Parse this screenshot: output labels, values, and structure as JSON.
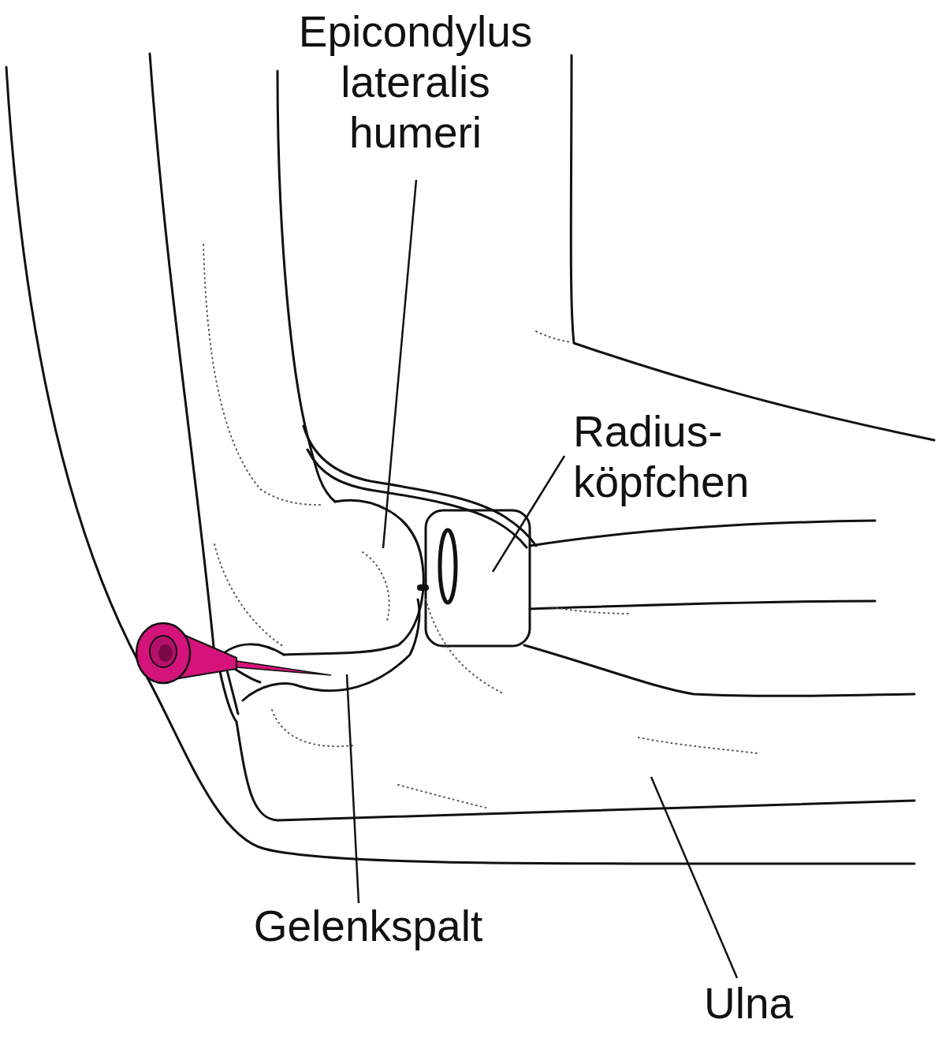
{
  "diagram": {
    "labels": [
      "Epicondylus lateralis humeri",
      "Radius- köpfchen",
      "Gelenkspalt",
      "Ulna"
    ]
  }
}
